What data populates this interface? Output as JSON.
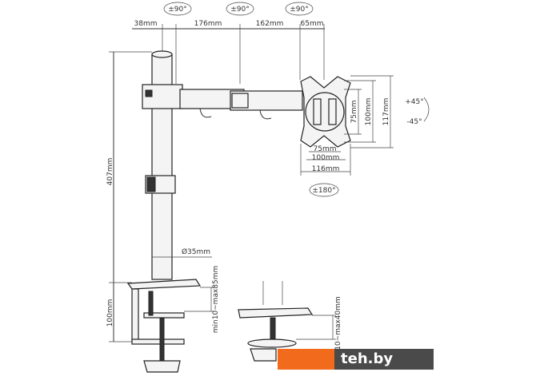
{
  "rotation_labels": {
    "arm_joint_1": "±90°",
    "arm_joint_2": "±90°",
    "arm_joint_3": "±90°",
    "swivel": "±180°",
    "tilt_up": "+45°",
    "tilt_down": "-45°"
  },
  "dimensions": {
    "offset": "38mm",
    "arm_segment_1": "176mm",
    "arm_segment_2": "162mm",
    "head": "65mm",
    "pole_height": "407mm",
    "clamp_height": "100mm",
    "pole_diameter": "Ø35mm",
    "clamp_range": "min10~max85mm",
    "grommet_range": "10~max40mm",
    "vesa_small_v": "75mm",
    "vesa_large_v": "100mm",
    "plate_height": "117mm",
    "vesa_small_h": "75mm",
    "vesa_large_h": "100mm",
    "plate_width": "116mm"
  },
  "watermark": {
    "text": "teh.by"
  }
}
